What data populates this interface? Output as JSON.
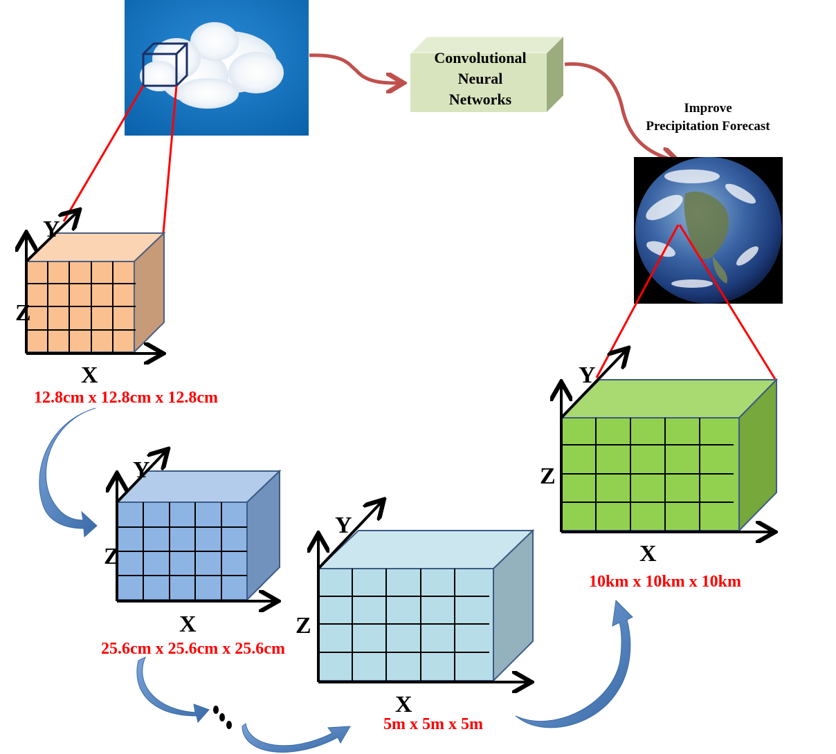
{
  "cnn_box": {
    "line1": "Convolutional",
    "line2": "Neural",
    "line3": "Networks"
  },
  "caption": {
    "line1": "Improve",
    "line2": "Precipitation Forecast"
  },
  "cubes": {
    "orange": {
      "x": "X",
      "y": "Y",
      "z": "Z",
      "size": "12.8cm x 12.8cm x 12.8cm"
    },
    "blue": {
      "x": "X",
      "y": "Y",
      "z": "Z",
      "size": "25.6cm x 25.6cm x 25.6cm"
    },
    "lightblue": {
      "x": "X",
      "y": "Y",
      "z": "Z",
      "size": "5m x 5m x 5m"
    },
    "green": {
      "x": "X",
      "y": "Y",
      "z": "Z",
      "size": "10km x 10km x 10km"
    }
  },
  "ellipsis": "...",
  "colors": {
    "sky": "#0a6fbf",
    "orange_front": "#fac090",
    "blue_front": "#8eb4e3",
    "lightblue_front": "#b7dde8",
    "green_front": "#92d050",
    "cnn_front": "#d7e4bd",
    "red": "#ff0000",
    "arrow_red": "#c0504d",
    "arrow_blue": "#4f81bd"
  }
}
